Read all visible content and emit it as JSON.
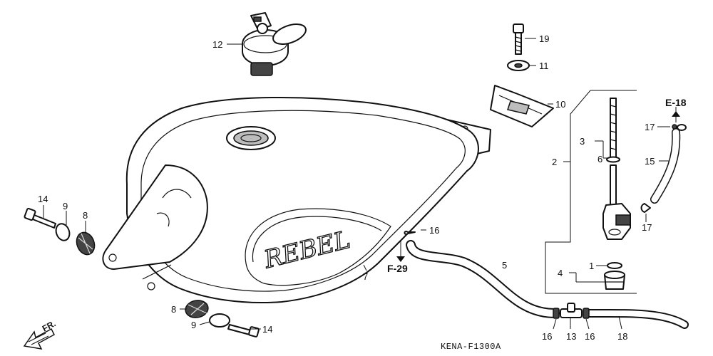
{
  "callouts": {
    "c12": "12",
    "c19": "19",
    "c11": "11",
    "c10": "10",
    "cE18": "E-18",
    "c17a": "17",
    "c15": "15",
    "c17b": "17",
    "c3": "3",
    "c6": "6",
    "c2": "2",
    "c14a": "14",
    "c9a": "9",
    "c8a": "8",
    "c16a": "16",
    "cF29": "F-29",
    "c7": "7",
    "c5": "5",
    "c1": "1",
    "c4": "4",
    "c8b": "8",
    "c9b": "9",
    "c14b": "14",
    "c16b": "16",
    "c13": "13",
    "c16c": "16",
    "c18": "18"
  },
  "emblem_text": "REBEL",
  "direction_label": "FR.",
  "diagram_code": "KENA-F1300A"
}
